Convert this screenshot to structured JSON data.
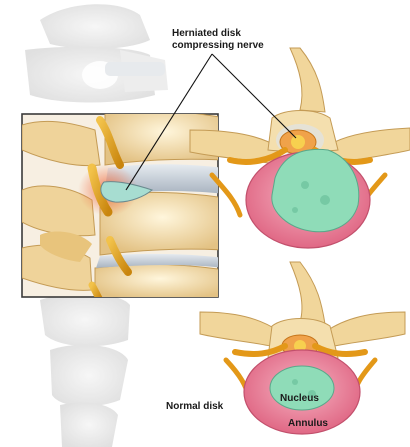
{
  "labels": {
    "herniated_line1": "Herniated disk",
    "herniated_line2": "compressing nerve",
    "normal_disk": "Normal disk",
    "nucleus": "Nucleus",
    "annulus": "Annulus"
  },
  "colors": {
    "bone": "#f2dcaa",
    "bone_shade": "#d9b36f",
    "disc": "#c7d0da",
    "nerve": "#e1a21c",
    "annulus": "#e57a91",
    "nucleus": "#8fdcb8",
    "inflammation": "#f08a64"
  }
}
